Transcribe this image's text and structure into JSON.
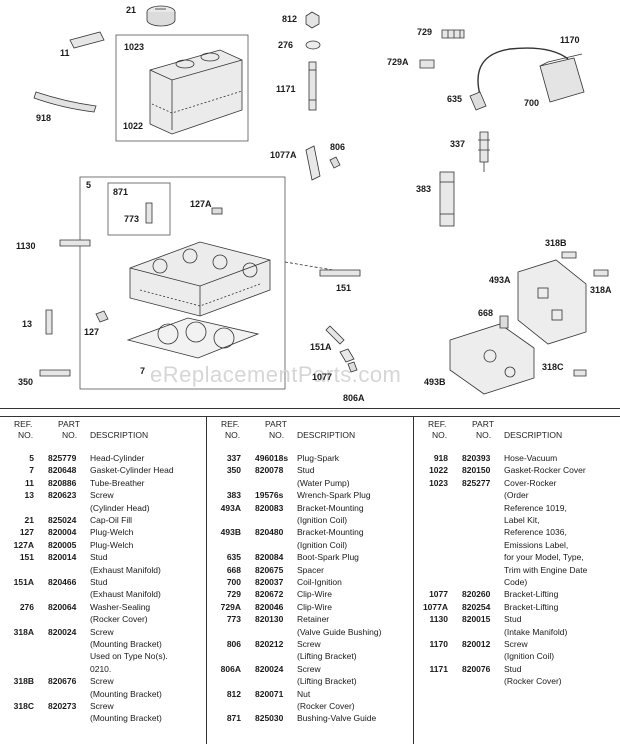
{
  "callouts": [
    {
      "id": "21",
      "text": "21"
    },
    {
      "id": "812",
      "text": "812"
    },
    {
      "id": "729",
      "text": "729"
    },
    {
      "id": "1170",
      "text": "1170"
    },
    {
      "id": "1023",
      "text": "1023"
    },
    {
      "id": "276",
      "text": "276"
    },
    {
      "id": "11",
      "text": "11"
    },
    {
      "id": "729A",
      "text": "729A"
    },
    {
      "id": "1171",
      "text": "1171"
    },
    {
      "id": "635",
      "text": "635"
    },
    {
      "id": "700",
      "text": "700"
    },
    {
      "id": "918",
      "text": "918"
    },
    {
      "id": "1022",
      "text": "1022"
    },
    {
      "id": "806",
      "text": "806"
    },
    {
      "id": "337",
      "text": "337"
    },
    {
      "id": "1077A",
      "text": "1077A"
    },
    {
      "id": "5",
      "text": "5"
    },
    {
      "id": "383",
      "text": "383"
    },
    {
      "id": "871",
      "text": "871"
    },
    {
      "id": "127A",
      "text": "127A"
    },
    {
      "id": "773",
      "text": "773"
    },
    {
      "id": "1130",
      "text": "1130"
    },
    {
      "id": "318B",
      "text": "318B"
    },
    {
      "id": "493A",
      "text": "493A"
    },
    {
      "id": "151",
      "text": "151"
    },
    {
      "id": "318A",
      "text": "318A"
    },
    {
      "id": "668",
      "text": "668"
    },
    {
      "id": "13",
      "text": "13"
    },
    {
      "id": "127",
      "text": "127"
    },
    {
      "id": "151A",
      "text": "151A"
    },
    {
      "id": "7",
      "text": "7"
    },
    {
      "id": "1077",
      "text": "1077"
    },
    {
      "id": "318C",
      "text": "318C"
    },
    {
      "id": "350",
      "text": "350"
    },
    {
      "id": "806A",
      "text": "806A"
    },
    {
      "id": "493B",
      "text": "493B"
    }
  ],
  "watermark": "eReplacementParts.com",
  "table": {
    "headers": {
      "ref": [
        "REF.",
        "NO."
      ],
      "part": [
        "PART",
        "NO."
      ],
      "desc": "DESCRIPTION"
    },
    "columns": [
      [
        {
          "ref": "5",
          "part": "825779",
          "desc": [
            "Head-Cylinder"
          ]
        },
        {
          "ref": "7",
          "part": "820648",
          "desc": [
            "Gasket-Cylinder Head"
          ]
        },
        {
          "ref": "11",
          "part": "820886",
          "desc": [
            "Tube-Breather"
          ]
        },
        {
          "ref": "13",
          "part": "820623",
          "desc": [
            "Screw",
            "(Cylinder Head)"
          ]
        },
        {
          "ref": "21",
          "part": "825024",
          "desc": [
            "Cap-Oil Fill"
          ]
        },
        {
          "ref": "127",
          "part": "820004",
          "desc": [
            "Plug-Welch"
          ]
        },
        {
          "ref": "127A",
          "part": "820005",
          "desc": [
            "Plug-Welch"
          ]
        },
        {
          "ref": "151",
          "part": "820014",
          "desc": [
            "Stud",
            "(Exhaust Manifold)"
          ]
        },
        {
          "ref": "151A",
          "part": "820466",
          "desc": [
            "Stud",
            "(Exhaust Manifold)"
          ]
        },
        {
          "ref": "276",
          "part": "820064",
          "desc": [
            "Washer-Sealing",
            "(Rocker Cover)"
          ]
        },
        {
          "ref": "318A",
          "part": "820024",
          "desc": [
            "Screw",
            "(Mounting Bracket)",
            "Used on Type No(s).",
            "0210."
          ]
        },
        {
          "ref": "318B",
          "part": "820676",
          "desc": [
            "Screw",
            "(Mounting Bracket)"
          ]
        },
        {
          "ref": "318C",
          "part": "820273",
          "desc": [
            "Screw",
            "(Mounting Bracket)"
          ]
        }
      ],
      [
        {
          "ref": "337",
          "part": "496018s",
          "desc": [
            "Plug-Spark"
          ]
        },
        {
          "ref": "350",
          "part": "820078",
          "desc": [
            "Stud",
            "(Water Pump)"
          ]
        },
        {
          "ref": "383",
          "part": "19576s",
          "desc": [
            "Wrench-Spark Plug"
          ]
        },
        {
          "ref": "493A",
          "part": "820083",
          "desc": [
            "Bracket-Mounting",
            "(Ignition Coil)"
          ]
        },
        {
          "ref": "493B",
          "part": "820480",
          "desc": [
            "Bracket-Mounting",
            "(Ignition Coil)"
          ]
        },
        {
          "ref": "635",
          "part": "820084",
          "desc": [
            "Boot-Spark Plug"
          ]
        },
        {
          "ref": "668",
          "part": "820675",
          "desc": [
            "Spacer"
          ]
        },
        {
          "ref": "700",
          "part": "820037",
          "desc": [
            "Coil-Ignition"
          ]
        },
        {
          "ref": "729",
          "part": "820672",
          "desc": [
            "Clip-Wire"
          ]
        },
        {
          "ref": "729A",
          "part": "820046",
          "desc": [
            "Clip-Wire"
          ]
        },
        {
          "ref": "773",
          "part": "820130",
          "desc": [
            "Retainer",
            "(Valve Guide Bushing)"
          ]
        },
        {
          "ref": "806",
          "part": "820212",
          "desc": [
            "Screw",
            "(Lifting Bracket)"
          ]
        },
        {
          "ref": "806A",
          "part": "820024",
          "desc": [
            "Screw",
            "(Lifting Bracket)"
          ]
        },
        {
          "ref": "812",
          "part": "820071",
          "desc": [
            "Nut",
            "(Rocker Cover)"
          ]
        },
        {
          "ref": "871",
          "part": "825030",
          "desc": [
            "Bushing-Valve Guide"
          ]
        }
      ],
      [
        {
          "ref": "918",
          "part": "820393",
          "desc": [
            "Hose-Vacuum"
          ]
        },
        {
          "ref": "1022",
          "part": "820150",
          "desc": [
            "Gasket-Rocker Cover"
          ]
        },
        {
          "ref": "1023",
          "part": "825277",
          "desc": [
            "Cover-Rocker",
            "(Order",
            "Reference 1019,",
            "Label Kit,",
            "Reference 1036,",
            "Emissions Label,",
            "for your Model, Type,",
            "Trim with Engine Date",
            "Code)"
          ]
        },
        {
          "ref": "1077",
          "part": "820260",
          "desc": [
            "Bracket-Lifting"
          ]
        },
        {
          "ref": "1077A",
          "part": "820254",
          "desc": [
            "Bracket-Lifting"
          ]
        },
        {
          "ref": "1130",
          "part": "820015",
          "desc": [
            "Stud",
            "(Intake Manifold)"
          ]
        },
        {
          "ref": "1170",
          "part": "820012",
          "desc": [
            "Screw",
            "(Ignition Coil)"
          ]
        },
        {
          "ref": "1171",
          "part": "820076",
          "desc": [
            "Stud",
            "(Rocker Cover)"
          ]
        }
      ]
    ]
  }
}
